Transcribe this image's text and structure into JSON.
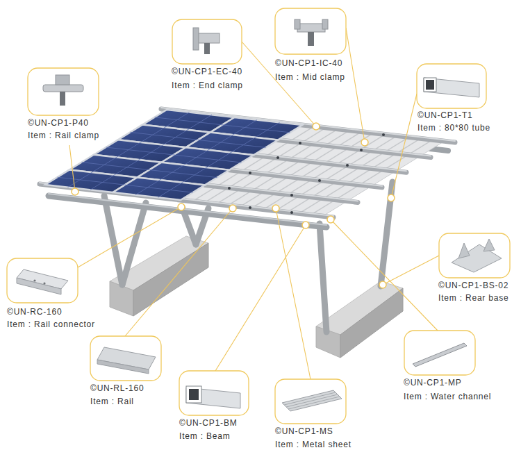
{
  "diagram": {
    "labels": [
      "©UN-CP1-EC-40",
      "Item : End clamp",
      "©UN-CP1-IC-40",
      "Item : Mid clamp",
      "©UN-CP1-P40",
      "Item : Rail clamp",
      "©UN-CP1-T1",
      "Item : 80*80 tube",
      "©UN-CP1-BS-02",
      "Item : Rear base",
      "©UN-RC-160",
      "Item : Rail connector",
      "©UN-RL-160",
      "Item : Rail",
      "©UN-CP1-MP",
      "Item : Water channel",
      "©UN-CP1-BM",
      "Item : Beam",
      "©UN-CP1-MS",
      "Item : Metal sheet"
    ]
  }
}
